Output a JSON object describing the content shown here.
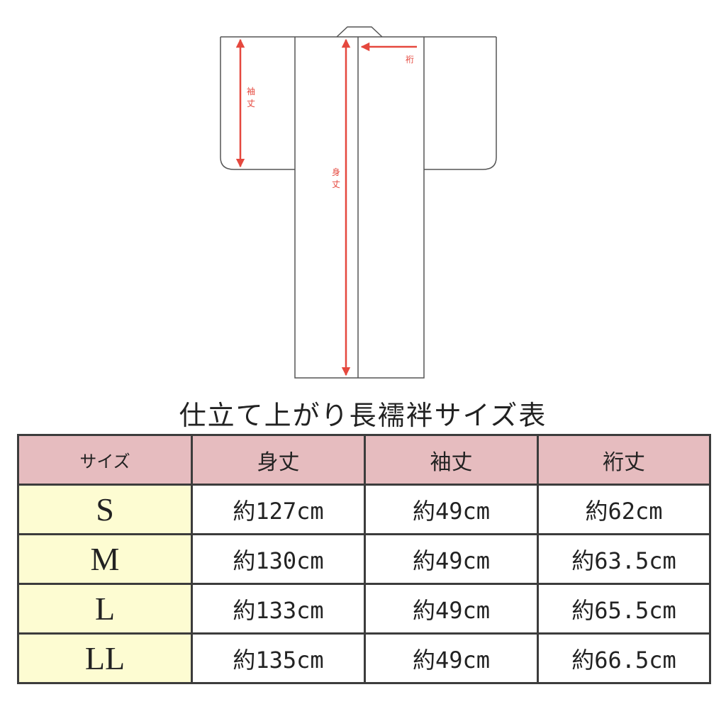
{
  "diagram": {
    "labels": {
      "sleeve_length": [
        "袖",
        "丈"
      ],
      "body_length": [
        "身",
        "丈"
      ],
      "yuki": "裄"
    },
    "colors": {
      "outline": "#555555",
      "arrow": "#e5483e"
    }
  },
  "chart_title": "仕立て上がり長襦袢サイズ表",
  "table": {
    "headers": [
      "サイズ",
      "身丈",
      "袖丈",
      "裄丈"
    ],
    "rows": [
      {
        "size": "S",
        "body": "約127cm",
        "sleeve": "約49cm",
        "yuki": "約62cm"
      },
      {
        "size": "M",
        "body": "約130cm",
        "sleeve": "約49cm",
        "yuki": "約63.5cm"
      },
      {
        "size": "L",
        "body": "約133cm",
        "sleeve": "約49cm",
        "yuki": "約65.5cm"
      },
      {
        "size": "LL",
        "body": "約135cm",
        "sleeve": "約49cm",
        "yuki": "約66.5cm"
      }
    ],
    "colors": {
      "header_bg": "#e6bcbf",
      "size_col_bg": "#fdfcd2",
      "border": "#3c3c3c"
    }
  }
}
